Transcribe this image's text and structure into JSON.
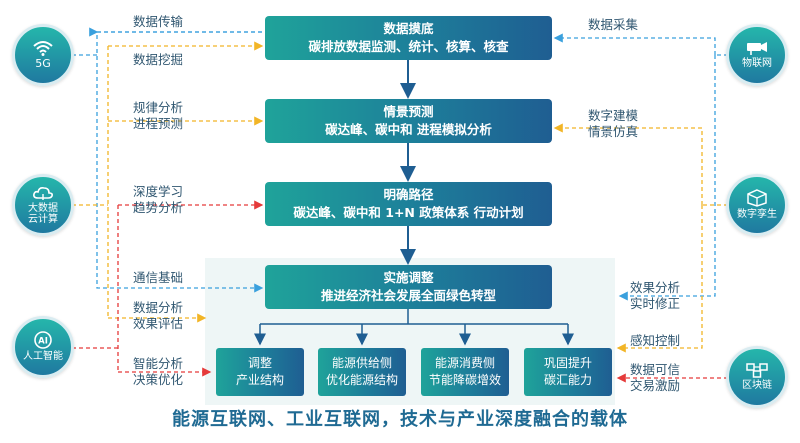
{
  "center": {
    "box1": {
      "line1": "数据摸底",
      "line2": "碳排放数据监测、统计、核算、核查"
    },
    "box2": {
      "line1": "情景预测",
      "line2": "碳达峰、碳中和 进程模拟分析"
    },
    "box3": {
      "line1": "明确路径",
      "line2": "碳达峰、碳中和 1+N 政策体系 行动计划"
    },
    "box4": {
      "line1": "实施调整",
      "line2": "推进经济社会发展全面绿色转型"
    }
  },
  "subs": [
    {
      "line1": "调整",
      "line2": "产业结构"
    },
    {
      "line1": "能源供给侧",
      "line2": "优化能源结构"
    },
    {
      "line1": "能源消费侧",
      "line2": "节能降碳增效"
    },
    {
      "line1": "巩固提升",
      "line2": "碳汇能力"
    }
  ],
  "left_labels": {
    "l1": "数据传输",
    "l2": "数据挖掘",
    "l3a": "规律分析",
    "l3b": "进程预测",
    "l4a": "深度学习",
    "l4b": "趋势分析",
    "l5": "通信基础",
    "l6a": "数据分析",
    "l6b": "效果评估",
    "l7a": "智能分析",
    "l7b": "决策优化"
  },
  "right_labels": {
    "r1": "数据采集",
    "r2a": "数字建模",
    "r2b": "情景仿真",
    "r3a": "效果分析",
    "r3b": "实时修正",
    "r4": "感知控制",
    "r5a": "数据可信",
    "r5b": "交易激励"
  },
  "nodes": {
    "fiveg": "5G",
    "bigdata_a": "大数据",
    "bigdata_b": "云计算",
    "ai_badge": "AI",
    "ai": "人工智能",
    "iot": "物联网",
    "twin": "数字孪生",
    "chain": "区块链"
  },
  "footer": "能源互联网、工业互联网，技术与产业深度融合的载体",
  "colors": {
    "blue_line": "#3aa0dd",
    "yellow_line": "#f2b526",
    "red_line": "#e53a3a",
    "box_start": "#1fa39a",
    "box_end": "#1f5e92"
  }
}
